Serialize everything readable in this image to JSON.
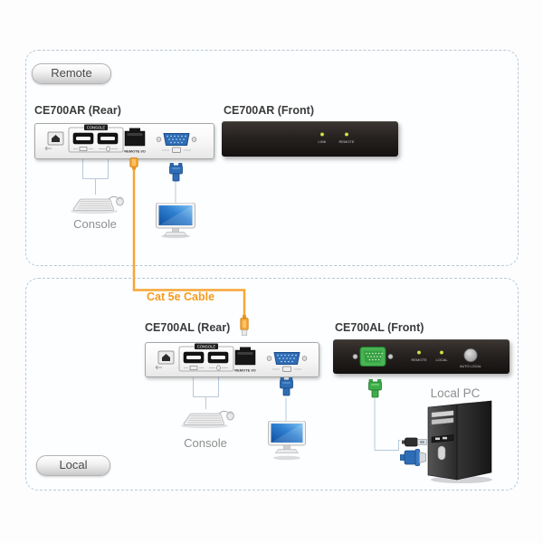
{
  "sections": {
    "remote": {
      "label": "Remote"
    },
    "local": {
      "label": "Local"
    }
  },
  "cable": {
    "label": "Cat 5e Cable",
    "color": "#f7a52f"
  },
  "devices": {
    "remote_rear": {
      "title": "CE700AR (Rear)",
      "console_tag": "CONSOLE",
      "rj45_label": "REMOTE I/O"
    },
    "remote_front": {
      "title": "CE700AR (Front)",
      "led1": "LINK",
      "led2": "REMOTE"
    },
    "local_rear": {
      "title": "CE700AL (Rear)",
      "console_tag": "CONSOLE",
      "rj45_label": "REMOTE I/O"
    },
    "local_front": {
      "title": "CE700AL (Front)",
      "led1": "REMOTE",
      "led2": "LOCAL",
      "button_label": "AUTO LOCAL"
    }
  },
  "peripherals": {
    "remote_console": "Console",
    "local_console": "Console",
    "local_pc": "Local PC"
  }
}
